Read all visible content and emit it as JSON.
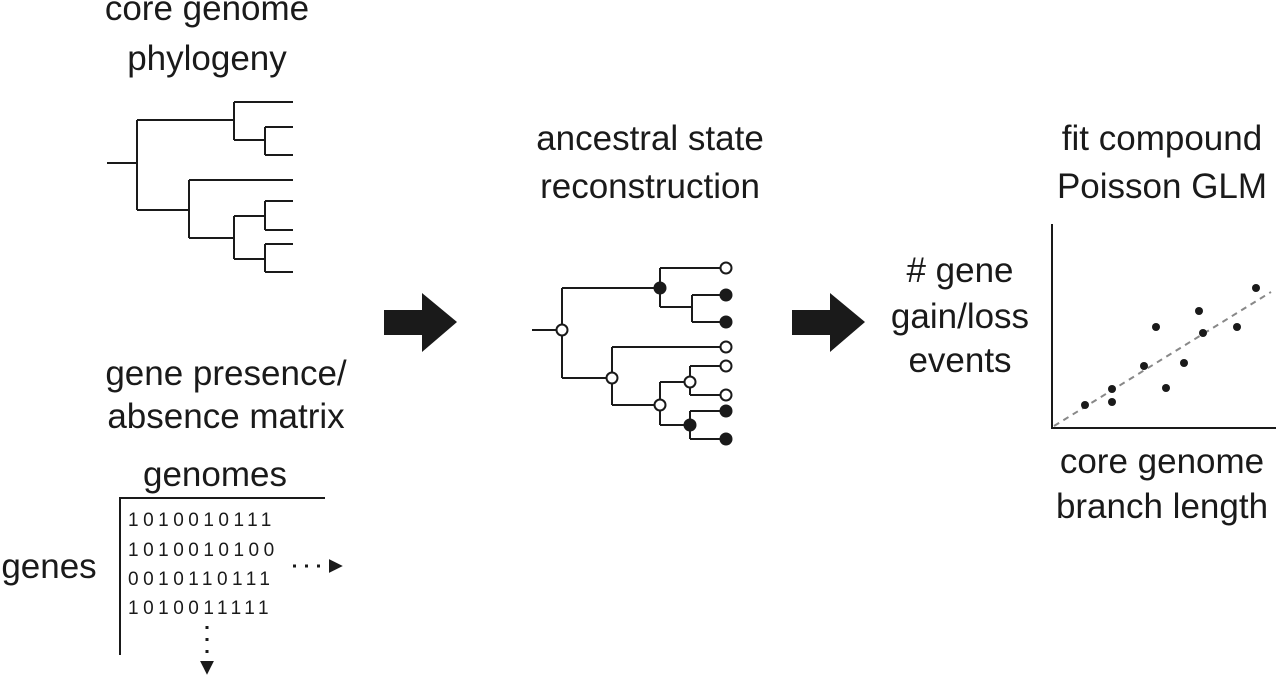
{
  "panels": {
    "phylogeny": {
      "title_line1": "core genome",
      "title_line2": "phylogeny"
    },
    "matrix": {
      "title_line1": "gene presence/",
      "title_line2": "absence matrix",
      "column_axis_label": "genomes",
      "row_axis_label": "genes",
      "rows": [
        "1010010111",
        "1010010100",
        "0010110111",
        "1010011111"
      ]
    },
    "ancestral": {
      "title_line1": "ancestral state",
      "title_line2": "reconstruction"
    },
    "glm": {
      "title_line1": "fit  compound",
      "title_line2": "Poisson GLM",
      "y_label_line1": "# gene",
      "y_label_line2": "gain/loss",
      "y_label_line3": "events",
      "x_label_line1": "core genome",
      "x_label_line2": "branch length"
    }
  }
}
